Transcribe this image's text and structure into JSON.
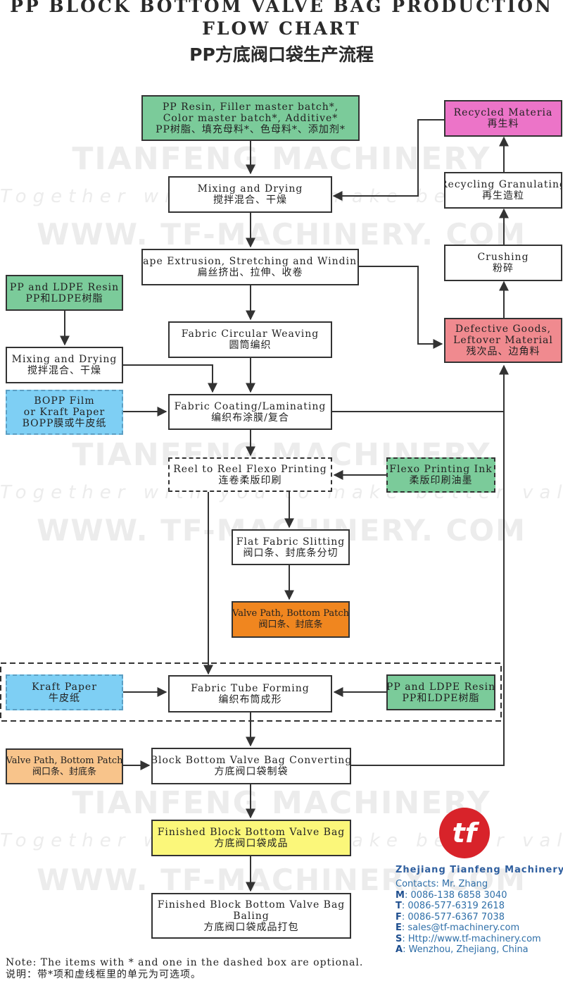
{
  "title": {
    "line1": "PP BLOCK BOTTOM VALVE BAG PRODUCTION",
    "line2": "FLOW CHART",
    "line3": "PP方底阀口袋生产流程"
  },
  "watermark": {
    "brand": "TIANFENG MACHINERY",
    "slogan": "Together with you to make better value!",
    "site": "WWW. TF-MACHINERY. COM"
  },
  "nodes": {
    "raw_materials": {
      "en1": "PP Resin, Filler master batch*,",
      "en2": "Color master batch*, Additive*",
      "zh": "PP树脂、填充母料*、色母料*、添加剂*",
      "color": "#7bcb9a"
    },
    "mixing_drying_1": {
      "en": "Mixing and Drying",
      "zh": "搅拌混合、干燥"
    },
    "tape_extrusion": {
      "en": "Tape Extrusion, Stretching and Winding",
      "zh": "扁丝挤出、拉伸、收卷"
    },
    "circular_weaving": {
      "en": "Fabric Circular Weaving",
      "zh": "圆筒编织"
    },
    "pp_ldpe_resin_1": {
      "en": "PP and LDPE Resin",
      "zh": "PP和LDPE树脂",
      "color": "#7bcb9a"
    },
    "mixing_drying_2": {
      "en": "Mixing and Drying",
      "zh": "搅拌混合、干燥"
    },
    "bopp_film": {
      "en1": "BOPP Film",
      "en2": "or Kraft Paper",
      "zh": "BOPP膜或牛皮纸",
      "color": "#7ecff4"
    },
    "coating_laminating": {
      "en": "Fabric Coating/Laminating",
      "zh": "编织布涂膜/复合"
    },
    "flexo_printing": {
      "en": "Reel to Reel Flexo Printing",
      "zh": "连卷柔版印刷"
    },
    "flexo_ink": {
      "en": "Flexo Printing Ink",
      "zh": "柔版印刷油墨",
      "color": "#7bcb9a"
    },
    "flat_slitting": {
      "en": "Flat Fabric Slitting",
      "zh": "阀口条、封底条分切"
    },
    "valve_patch_1": {
      "en": "Valve Path, Bottom Patch",
      "zh": "阀口条、封底条",
      "color": "#f0861f"
    },
    "kraft_paper": {
      "en": "Kraft Paper",
      "zh": "牛皮纸",
      "color": "#7ecff4"
    },
    "tube_forming": {
      "en": "Fabric Tube Forming",
      "zh": "编织布筒成形"
    },
    "pp_ldpe_resin_2": {
      "en": "PP and LDPE Resin",
      "zh": "PP和LDPE树脂",
      "color": "#7bcb9a"
    },
    "valve_patch_2": {
      "en": "Valve Path, Bottom Patch",
      "zh": "阀口条、封底条",
      "color": "#f8c48b"
    },
    "bag_converting": {
      "en": "Block Bottom Valve Bag Converting",
      "zh": "方底阀口袋制袋"
    },
    "finished_bag": {
      "en": "Finished Block Bottom Valve Bag",
      "zh": "方底阀口袋成品",
      "color": "#fbf77a"
    },
    "baling": {
      "en1": "Finished Block Bottom Valve Bag",
      "en2": "Baling",
      "zh": "方底阀口袋成品打包"
    },
    "recycled_material": {
      "en": "Recycled Materia",
      "zh": "再生料",
      "color": "#ec74c8"
    },
    "recycling_granulating": {
      "en": "Recycling Granulating",
      "zh": "再生造粒"
    },
    "crushing": {
      "en": "Crushing",
      "zh": "粉碎"
    },
    "defective_goods": {
      "en1": "Defective Goods,",
      "en2": "Leftover Material",
      "zh": "残次品、边角料",
      "color": "#f08a8f"
    }
  },
  "company": {
    "logo": "tf",
    "name": "Zhejiang Tianfeng Machinery",
    "contacts_label": "Contacts",
    "contacts_value": "Mr. Zhang",
    "mobile_label": "M",
    "mobile": "0086-138 6858 3040",
    "tel_label": "T",
    "tel": "0086-577-6319 2618",
    "fax_label": "F",
    "fax": "0086-577-6367 7038",
    "email_label": "E",
    "email": "sales@tf-machinery.com",
    "site_label": "S",
    "site": "Http://www.tf-machinery.com",
    "address_label": "A",
    "address": "Wenzhou, Zhejiang, China"
  },
  "note": {
    "en": "Note: The items with * and one in the dashed box are optional.",
    "zh": "说明：带*项和虚线框里的单元为可选项。"
  }
}
